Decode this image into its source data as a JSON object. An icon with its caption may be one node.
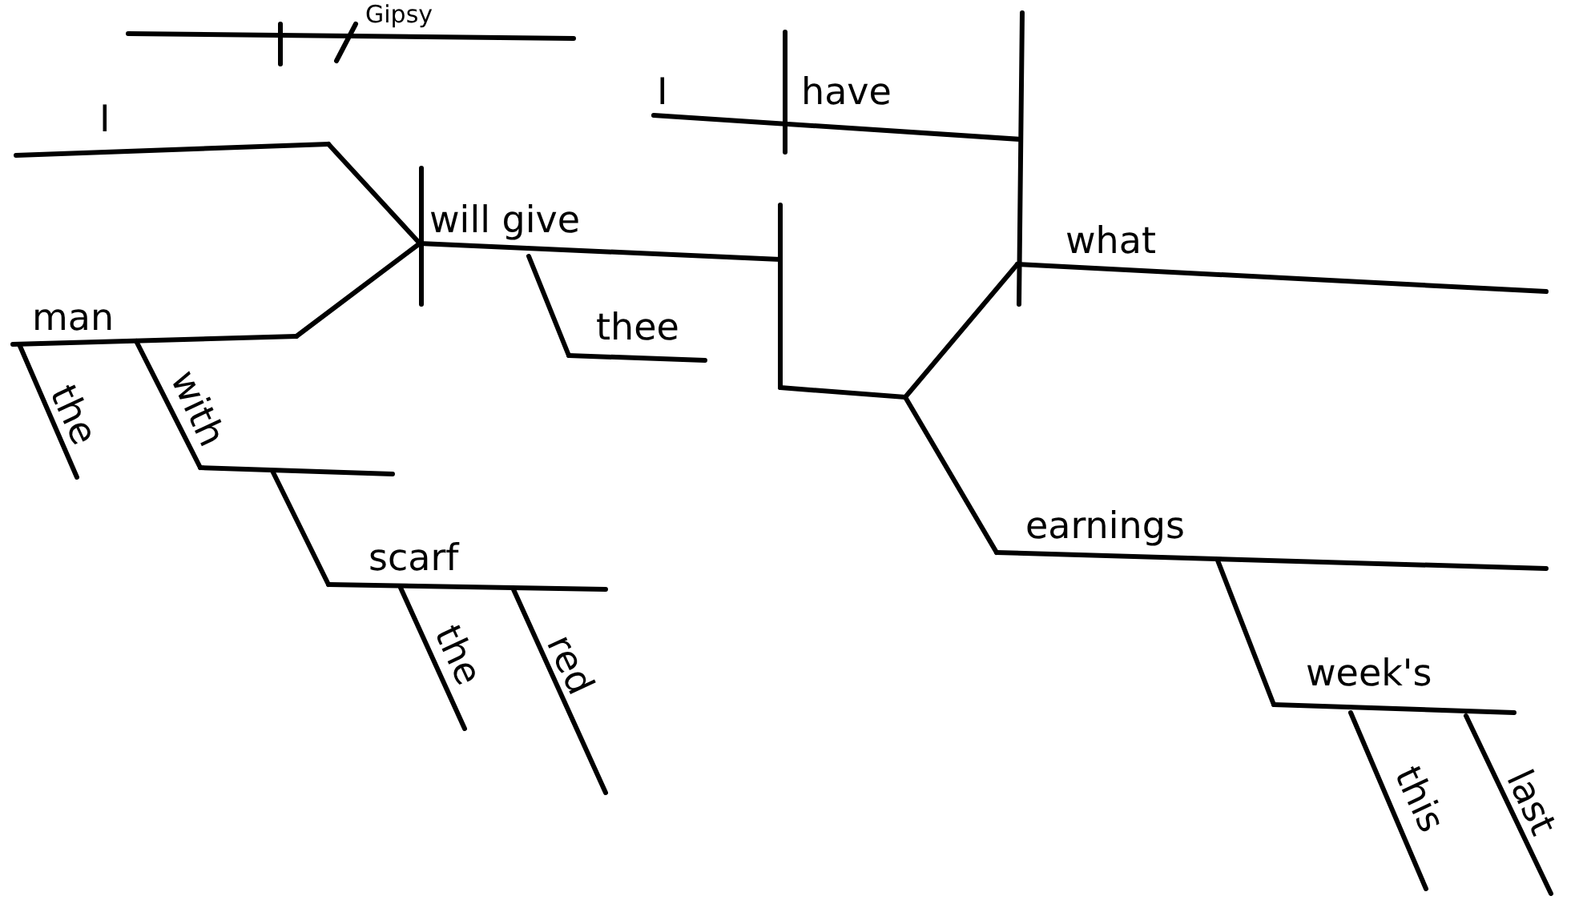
{
  "diagram": {
    "labels": [
      "Gipsy",
      "I",
      "I",
      "have",
      "will give",
      "what",
      "man",
      "thee",
      "the",
      "with",
      "earnings",
      "scarf",
      "the",
      "red",
      "week's",
      "this",
      "last"
    ]
  }
}
